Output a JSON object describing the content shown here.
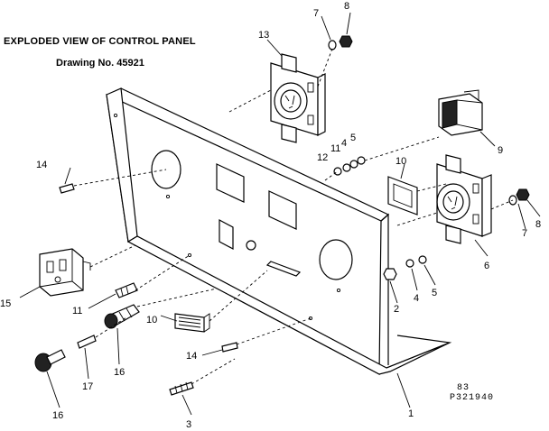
{
  "header": {
    "title": "EXPLODED VIEW OF CONTROL PANEL",
    "drawing_label": "Drawing No. 45921"
  },
  "callouts": {
    "c1": "1",
    "c2": "2",
    "c3": "3",
    "c4a": "4",
    "c4b": "4",
    "c5a": "5",
    "c5b": "5",
    "c6": "6",
    "c7a": "7",
    "c7b": "7",
    "c8a": "8",
    "c8b": "8",
    "c9": "9",
    "c10a": "10",
    "c10b": "10",
    "c11a": "11",
    "c11b": "11",
    "c12": "12",
    "c13": "13",
    "c14a": "14",
    "c14b": "14",
    "c15": "15",
    "c16a": "16",
    "c16b": "16",
    "c17": "17"
  },
  "footer": {
    "code_line1": "83",
    "code_line2": "P321940"
  }
}
